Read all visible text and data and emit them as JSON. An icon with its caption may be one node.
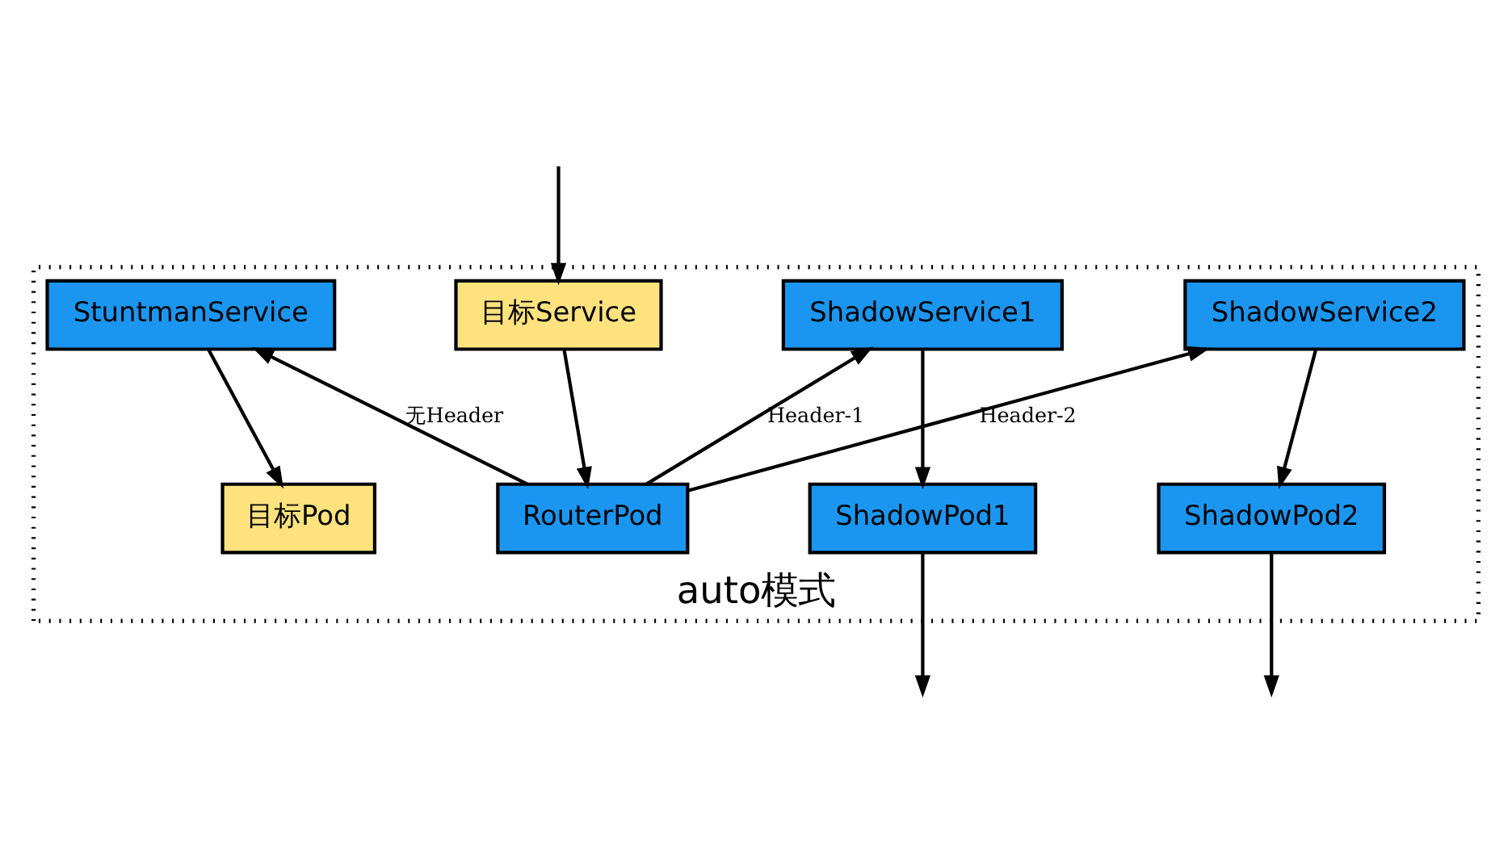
{
  "diagram": {
    "nodes": [
      {
        "text": [
          "auto模式"
        ]
      },
      {
        "text": [
          "StuntmanService"
        ],
        "in": 0
      },
      {
        "text": [
          "目标Service"
        ],
        "in": 0
      },
      {
        "text": [
          "ShadowService1"
        ],
        "in": 0
      },
      {
        "text": [
          "ShadowService2"
        ],
        "in": 0
      },
      {
        "text": [
          "目标Pod"
        ],
        "in": 0
      },
      {
        "text": [
          "RouterPod"
        ],
        "in": 0
      },
      {
        "text": [
          "ShadowPod1"
        ],
        "in": 0
      },
      {
        "text": [
          "ShadowPod2"
        ],
        "in": 0
      }
    ],
    "edges": [
      {
        "from": null,
        "to": 2,
        "arrow": "to"
      },
      {
        "from": 1,
        "to": 5,
        "arrow": "to"
      },
      {
        "from": 2,
        "to": 6,
        "arrow": "to"
      },
      {
        "from": 6,
        "to": 1,
        "arrow": "to",
        "label": "无Header"
      },
      {
        "from": 6,
        "to": 3,
        "arrow": "to",
        "label": "Header-1"
      },
      {
        "from": 6,
        "to": 4,
        "arrow": "to",
        "label": "Header-2"
      },
      {
        "from": 3,
        "to": 7,
        "arrow": "to"
      },
      {
        "from": 4,
        "to": 8,
        "arrow": "to"
      },
      {
        "from": 7,
        "to": null,
        "arrow": "to"
      },
      {
        "from": 8,
        "to": null,
        "arrow": "to"
      }
    ]
  }
}
